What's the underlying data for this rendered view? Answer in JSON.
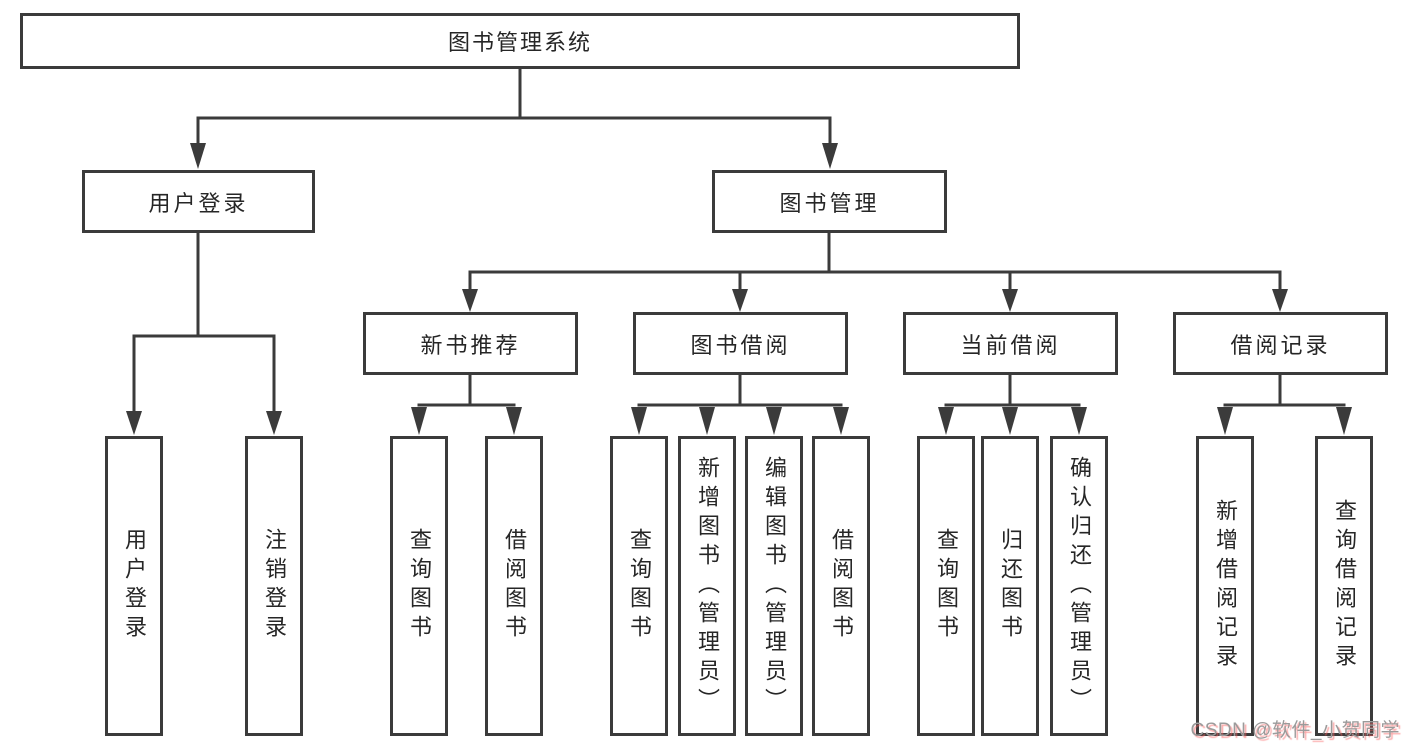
{
  "diagram_title": "图书管理系统",
  "tree": {
    "root": {
      "label": "图书管理系统"
    },
    "children": [
      {
        "label": "用户登录",
        "children": [
          {
            "label": "用户登录"
          },
          {
            "label": "注销登录"
          }
        ]
      },
      {
        "label": "图书管理",
        "children": [
          {
            "label": "新书推荐",
            "children": [
              {
                "label": "查询图书"
              },
              {
                "label": "借阅图书"
              }
            ]
          },
          {
            "label": "图书借阅",
            "children": [
              {
                "label": "查询图书"
              },
              {
                "label": "新增图书（管理员）"
              },
              {
                "label": "编辑图书（管理员）"
              },
              {
                "label": "借阅图书"
              }
            ]
          },
          {
            "label": "当前借阅",
            "children": [
              {
                "label": "查询图书"
              },
              {
                "label": "归还图书"
              },
              {
                "label": "确认归还（管理员）"
              }
            ]
          },
          {
            "label": "借阅记录",
            "children": [
              {
                "label": "新增借阅记录"
              },
              {
                "label": "查询借阅记录"
              }
            ]
          }
        ]
      }
    ]
  },
  "watermark": {
    "text": "CSDN @软件_小贺同学"
  },
  "colors": {
    "line": "#3b3b3b",
    "box_border": "#3b3b3b",
    "box_background": "#ffffff",
    "text": "#262626",
    "watermark_text": "#9b9b9b",
    "watermark_shadow": "#fa6464"
  }
}
